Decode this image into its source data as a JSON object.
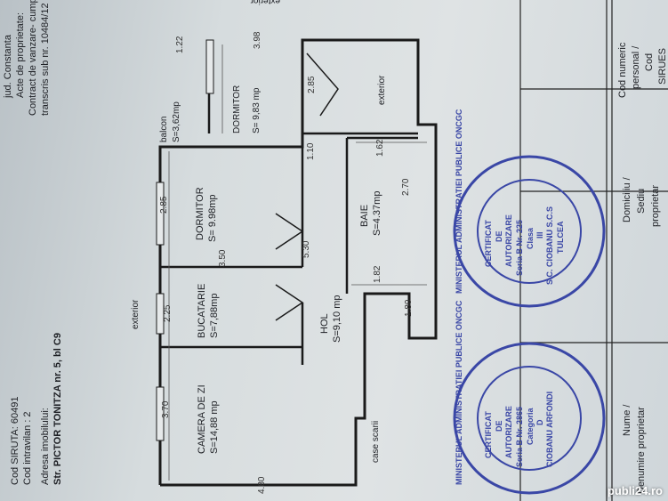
{
  "header": {
    "cod_siruta": "Cod SIRUTA: 60491",
    "cod_intravilan": "Cod intravilan : 2",
    "adresa_label": "Adresa imobilului:",
    "adresa": "Str. PICTOR TONITZA nr. 5, bl C9",
    "jud": "jud. Constanta",
    "acte": "Acte de proprietate:",
    "contract": "Contract de vanzare- cump",
    "transcris": "transcris sub nr. 10484/12"
  },
  "plan": {
    "exterior_top": "exterior",
    "exterior_right": "exterior",
    "exterior_left": "exterior",
    "case_scarii": "case scarii",
    "rooms": {
      "camera": {
        "name": "CAMERA  DE  ZI",
        "area": "S=14,88 mp"
      },
      "bucatarie": {
        "name": "BUCATARIE",
        "area": "S=7,88mp"
      },
      "hol": {
        "name": "HOL",
        "area": "S=9,10 mp"
      },
      "dormitor1": {
        "name": "DORMITOR",
        "area": "S= 9.98mp"
      },
      "baie": {
        "name": "BAIE",
        "area": "S=4.37mp"
      },
      "balcon": {
        "name": "balcon",
        "area": "S=3,62mp"
      },
      "dormitor2": {
        "name": "DORMITOR",
        "area": "S= 9,83 mp"
      }
    },
    "dims": [
      "3.70",
      "2.25",
      "2.85",
      "3.50",
      "5.30",
      "1.82",
      "1.80",
      "2.70",
      "1.62",
      "1.10",
      "2.85",
      "4.80",
      "1.22",
      "3.98"
    ]
  },
  "table": {
    "col1": [
      "Nume /",
      "Denumire proprietar"
    ],
    "col2": [
      "Domiciliu /",
      "Sediu",
      "proprietar"
    ],
    "col3": [
      "Cod numeric",
      "personal /",
      "Cod",
      "SIRUES"
    ]
  },
  "stamps": {
    "top": {
      "ring": "MINISTERUL ADMINISTRATIEI PUBLICE ONCGC",
      "lines": [
        "CERTIFICAT",
        "DE",
        "AUTORIZARE",
        "Seria B Nr. 225",
        "Clasa",
        "III",
        "S.C. CIOBANU S.C.S",
        "TULCEA"
      ]
    },
    "bottom": {
      "ring": "MINISTERUL ADMINISTRATIEI PUBLICE ONCGC",
      "lines": [
        "CERTIFICAT",
        "DE",
        "AUTORIZARE",
        "Seria B Nr. 2865",
        "Categoria",
        "D",
        "CIOBANU ARFONDI"
      ]
    },
    "color": "#3a47a6"
  },
  "watermark": "publi24.ro"
}
